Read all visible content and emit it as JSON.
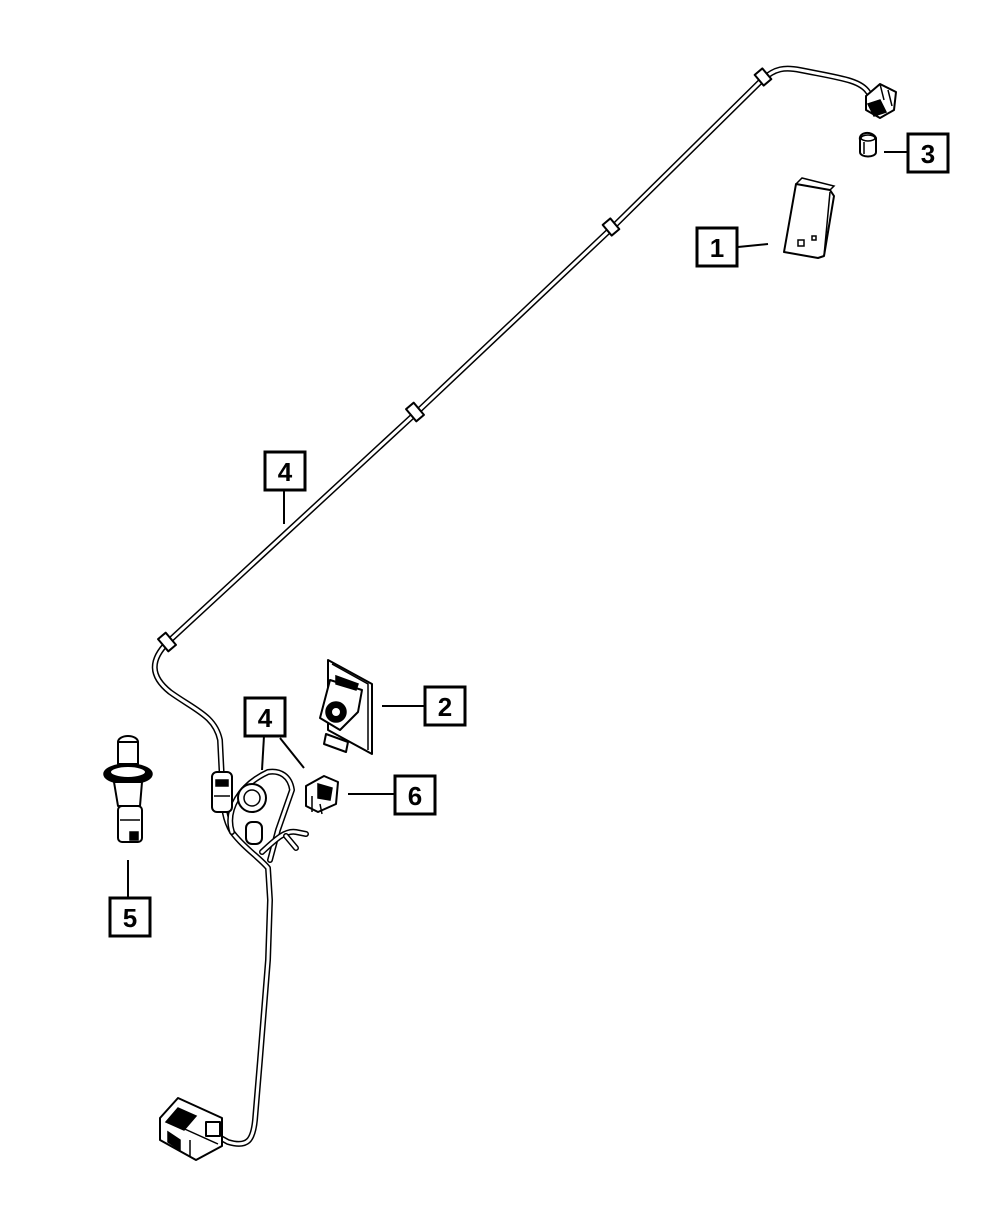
{
  "callouts": [
    {
      "id": "c1",
      "label": "1"
    },
    {
      "id": "c2",
      "label": "2"
    },
    {
      "id": "c3",
      "label": "3"
    },
    {
      "id": "c4a",
      "label": "4"
    },
    {
      "id": "c4b",
      "label": "4"
    },
    {
      "id": "c5",
      "label": "5"
    },
    {
      "id": "c6",
      "label": "6"
    }
  ],
  "colors": {
    "line": "#000000",
    "background": "#ffffff"
  }
}
